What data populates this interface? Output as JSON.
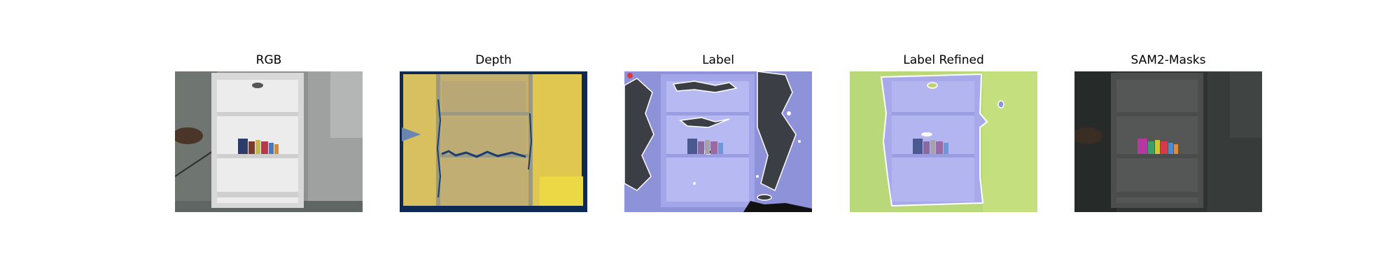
{
  "figure": {
    "panels": [
      {
        "title": "RGB"
      },
      {
        "title": "Depth"
      },
      {
        "title": "Label"
      },
      {
        "title": "Label Refined"
      },
      {
        "title": "SAM2-Masks"
      }
    ]
  }
}
